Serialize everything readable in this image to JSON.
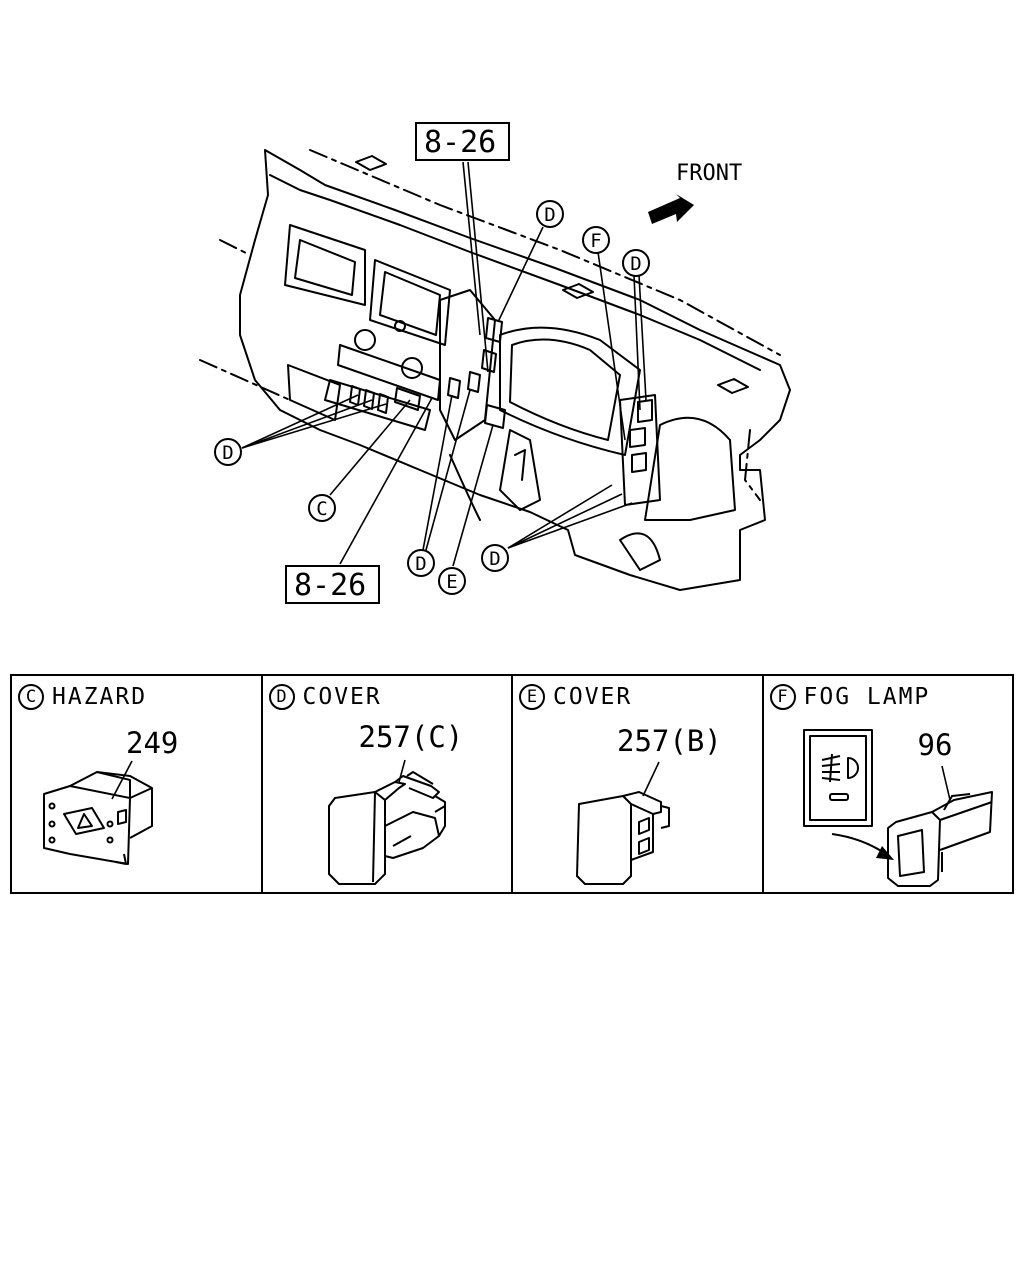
{
  "diagram": {
    "ref_top": "8-26",
    "ref_bottom": "8-26",
    "front_label": "FRONT",
    "callouts": {
      "d_top1": "D",
      "f_top": "F",
      "d_top2": "D",
      "d_left": "D",
      "c_left": "C",
      "d_bottom_mid": "D",
      "e_bottom": "E",
      "d_bottom_right": "D"
    }
  },
  "parts": [
    {
      "letter": "C",
      "title": "HAZARD",
      "part_number": "249"
    },
    {
      "letter": "D",
      "title": "COVER",
      "part_number": "257(C)"
    },
    {
      "letter": "E",
      "title": "COVER",
      "part_number": "257(B)"
    },
    {
      "letter": "F",
      "title": "FOG LAMP",
      "part_number": "96"
    }
  ]
}
